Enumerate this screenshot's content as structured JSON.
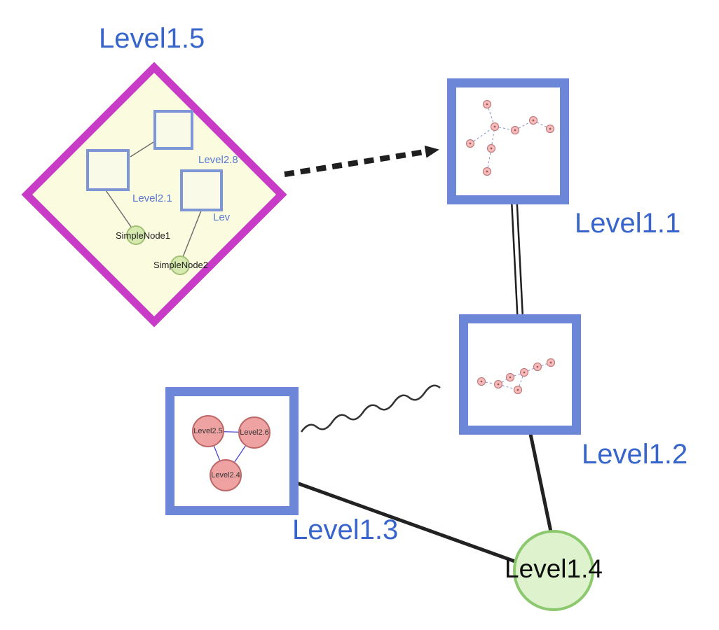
{
  "diagram": {
    "nodes": {
      "level15": {
        "label": "Level1.5",
        "shape": "diamond"
      },
      "level11": {
        "label": "Level1.1",
        "shape": "square"
      },
      "level12": {
        "label": "Level1.2",
        "shape": "square"
      },
      "level13": {
        "label": "Level1.3",
        "shape": "square"
      },
      "level14": {
        "label": "Level1.4",
        "shape": "circle"
      }
    },
    "level15_children": {
      "squares": [
        {
          "label": "Level2.8"
        },
        {
          "label": "Level2.1"
        },
        {
          "label": "Lev"
        }
      ],
      "nodes": [
        {
          "label": "SimpleNode1"
        },
        {
          "label": "SimpleNode2"
        }
      ]
    },
    "level13_children": [
      {
        "label": "Level2.5"
      },
      {
        "label": "Level2.6"
      },
      {
        "label": "Level2.4"
      }
    ],
    "edges": [
      {
        "from": "Level1.5",
        "to": "Level1.1",
        "style": "dashed-arrow"
      },
      {
        "from": "Level1.1",
        "to": "Level1.2",
        "style": "double-line"
      },
      {
        "from": "Level1.3",
        "to": "Level1.2",
        "style": "wavy"
      },
      {
        "from": "Level1.3",
        "to": "Level1.4",
        "style": "solid"
      },
      {
        "from": "Level1.2",
        "to": "Level1.4",
        "style": "solid"
      }
    ],
    "colors": {
      "label_blue": "#3865cb",
      "square_border_blue": "#6d87d8",
      "diamond_border_magenta": "#c73bc7",
      "diamond_fill_yellow": "#fbfbdf",
      "green_node_fill": "#def3cd",
      "green_node_border": "#8cc96e",
      "pink_node_fill": "#efa2a2",
      "pink_node_border": "#bd6868",
      "edge_black": "#1f1f1f"
    }
  }
}
